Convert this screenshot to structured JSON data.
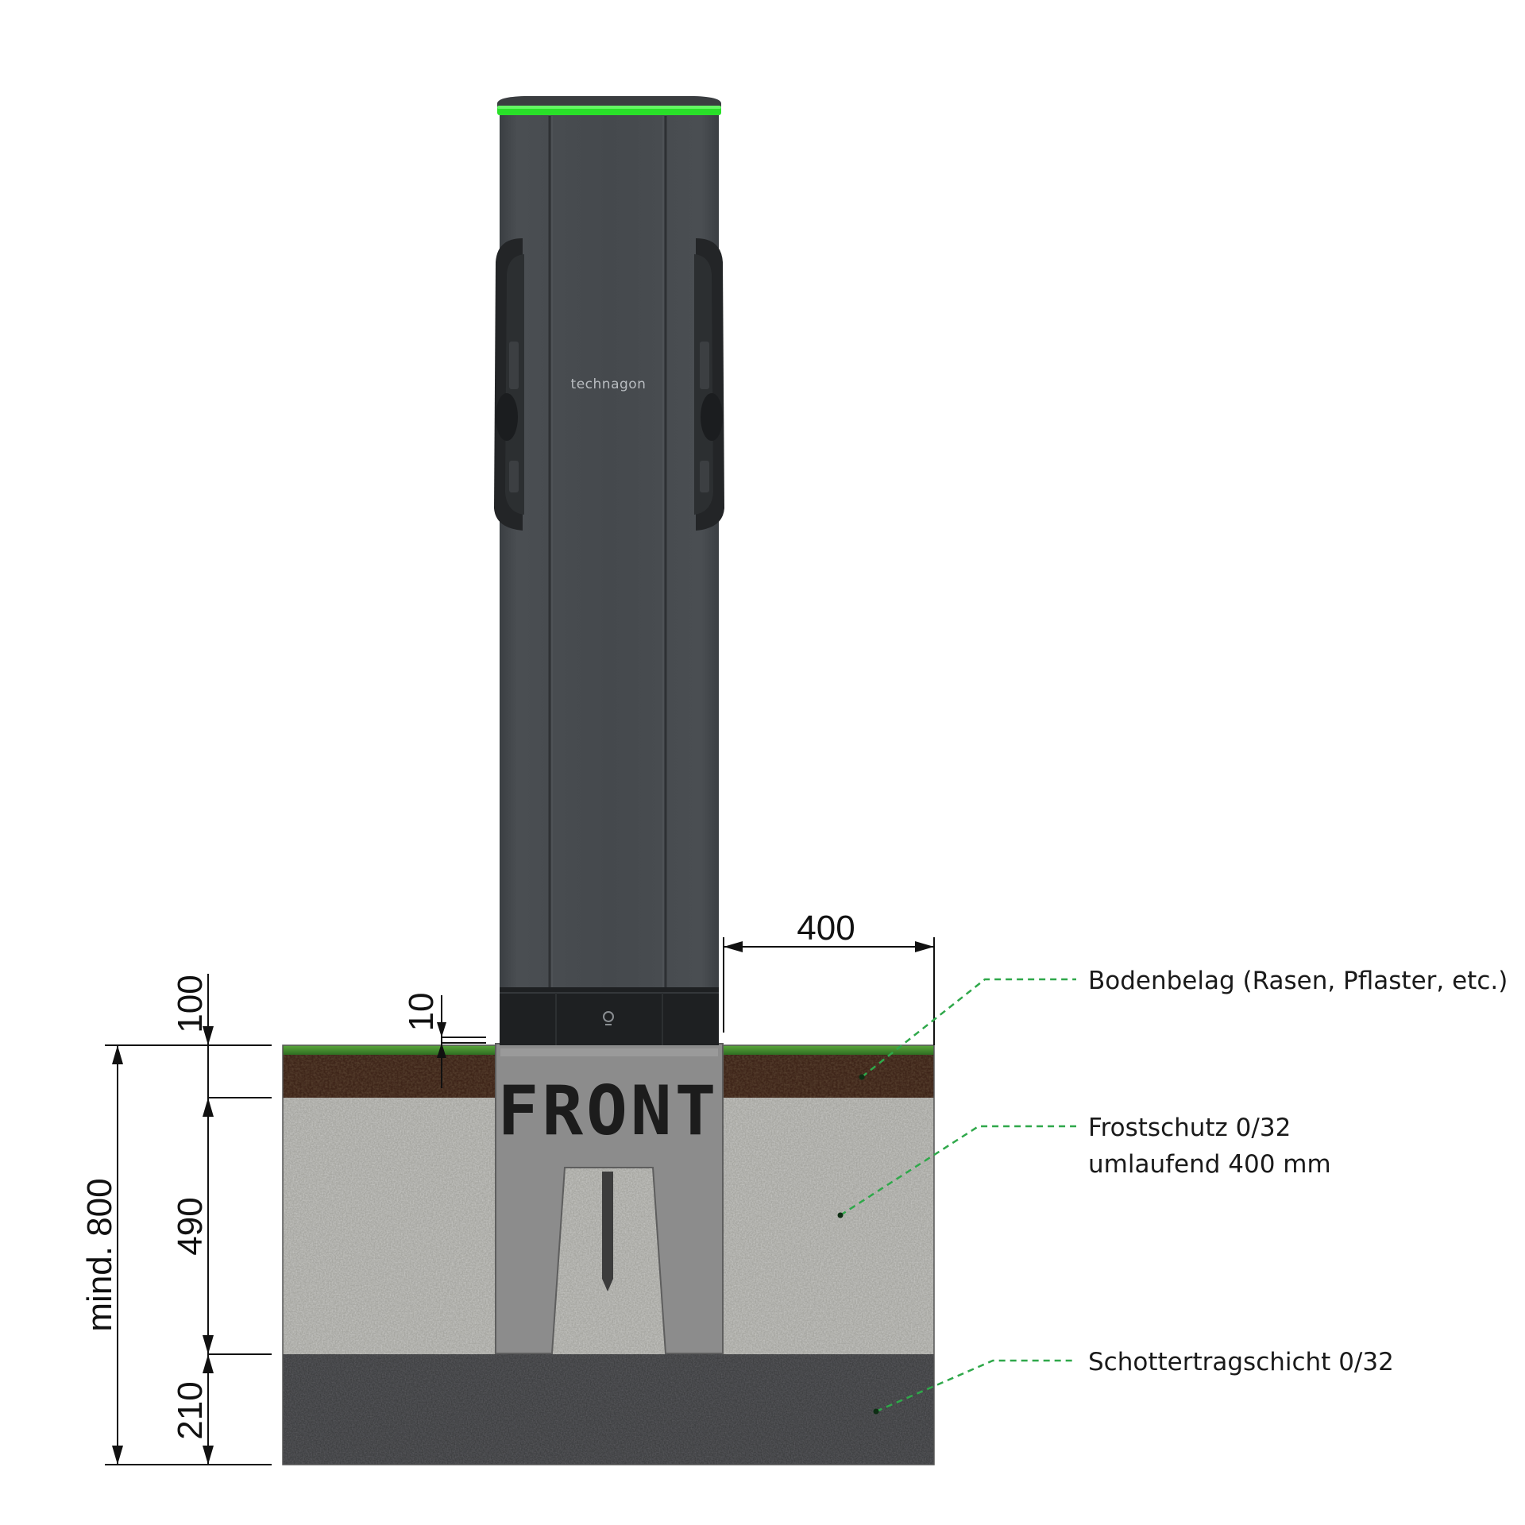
{
  "brand": "technagon",
  "front_label": "FRONT",
  "dimensions": {
    "width_gravel": "400",
    "top_cover": "100",
    "gap": "10",
    "frost_depth": "490",
    "base_depth": "210",
    "total_depth": "mind. 800"
  },
  "callouts": {
    "surface": "Bodenbelag (Rasen, Pflaster, etc.)",
    "frost_line1": "Frostschutz 0/32",
    "frost_line2": "umlaufend 400 mm",
    "base": "Schottertragschicht 0/32"
  },
  "colors": {
    "column": "#45494d",
    "column_edge": "#2e3134",
    "led_strip": "#29e029",
    "grass": "#3f8f2a",
    "soil": "#3e2519",
    "frost_gravel": "#a7a7a2",
    "base_gravel": "#3f4042",
    "foundation": "#8c8c8c",
    "callout_line": "#2fa84a"
  }
}
